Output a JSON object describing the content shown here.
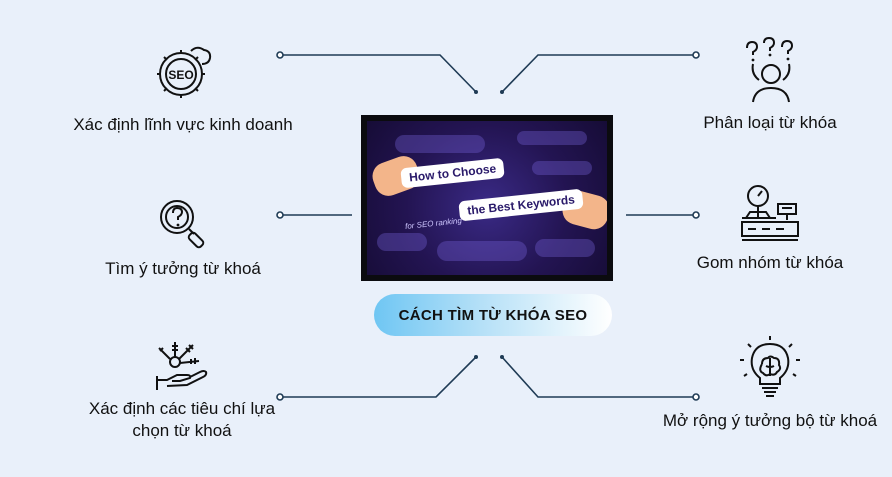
{
  "center": {
    "image": {
      "pill_1": "How to Choose",
      "pill_2": "the Best Keywords",
      "note": "for SEO ranking"
    },
    "badge_label": "CÁCH TÌM TỪ KHÓA SEO"
  },
  "items": {
    "left_top": {
      "label": "Xác định lĩnh vực kinh doanh",
      "icon": "seo-gear-icon"
    },
    "left_mid": {
      "label": "Tìm ý tưởng từ khoá",
      "icon": "magnifier-question-icon"
    },
    "left_bottom": {
      "label_line1": "Xác định các tiêu chí lựa",
      "label_line2": "chọn từ khoá",
      "icon": "hand-keys-icon"
    },
    "right_top": {
      "label": "Phân loại từ khóa",
      "icon": "confused-person-icon"
    },
    "right_mid": {
      "label": "Gom nhóm từ khóa",
      "icon": "scale-icon"
    },
    "right_bottom": {
      "label": "Mở rộng ý tưởng bộ từ khoá",
      "icon": "lightbulb-brain-icon"
    }
  },
  "colors": {
    "background": "#e9f0fa",
    "connector": "#1f3b55",
    "badge_start": "#6fc6f3"
  }
}
